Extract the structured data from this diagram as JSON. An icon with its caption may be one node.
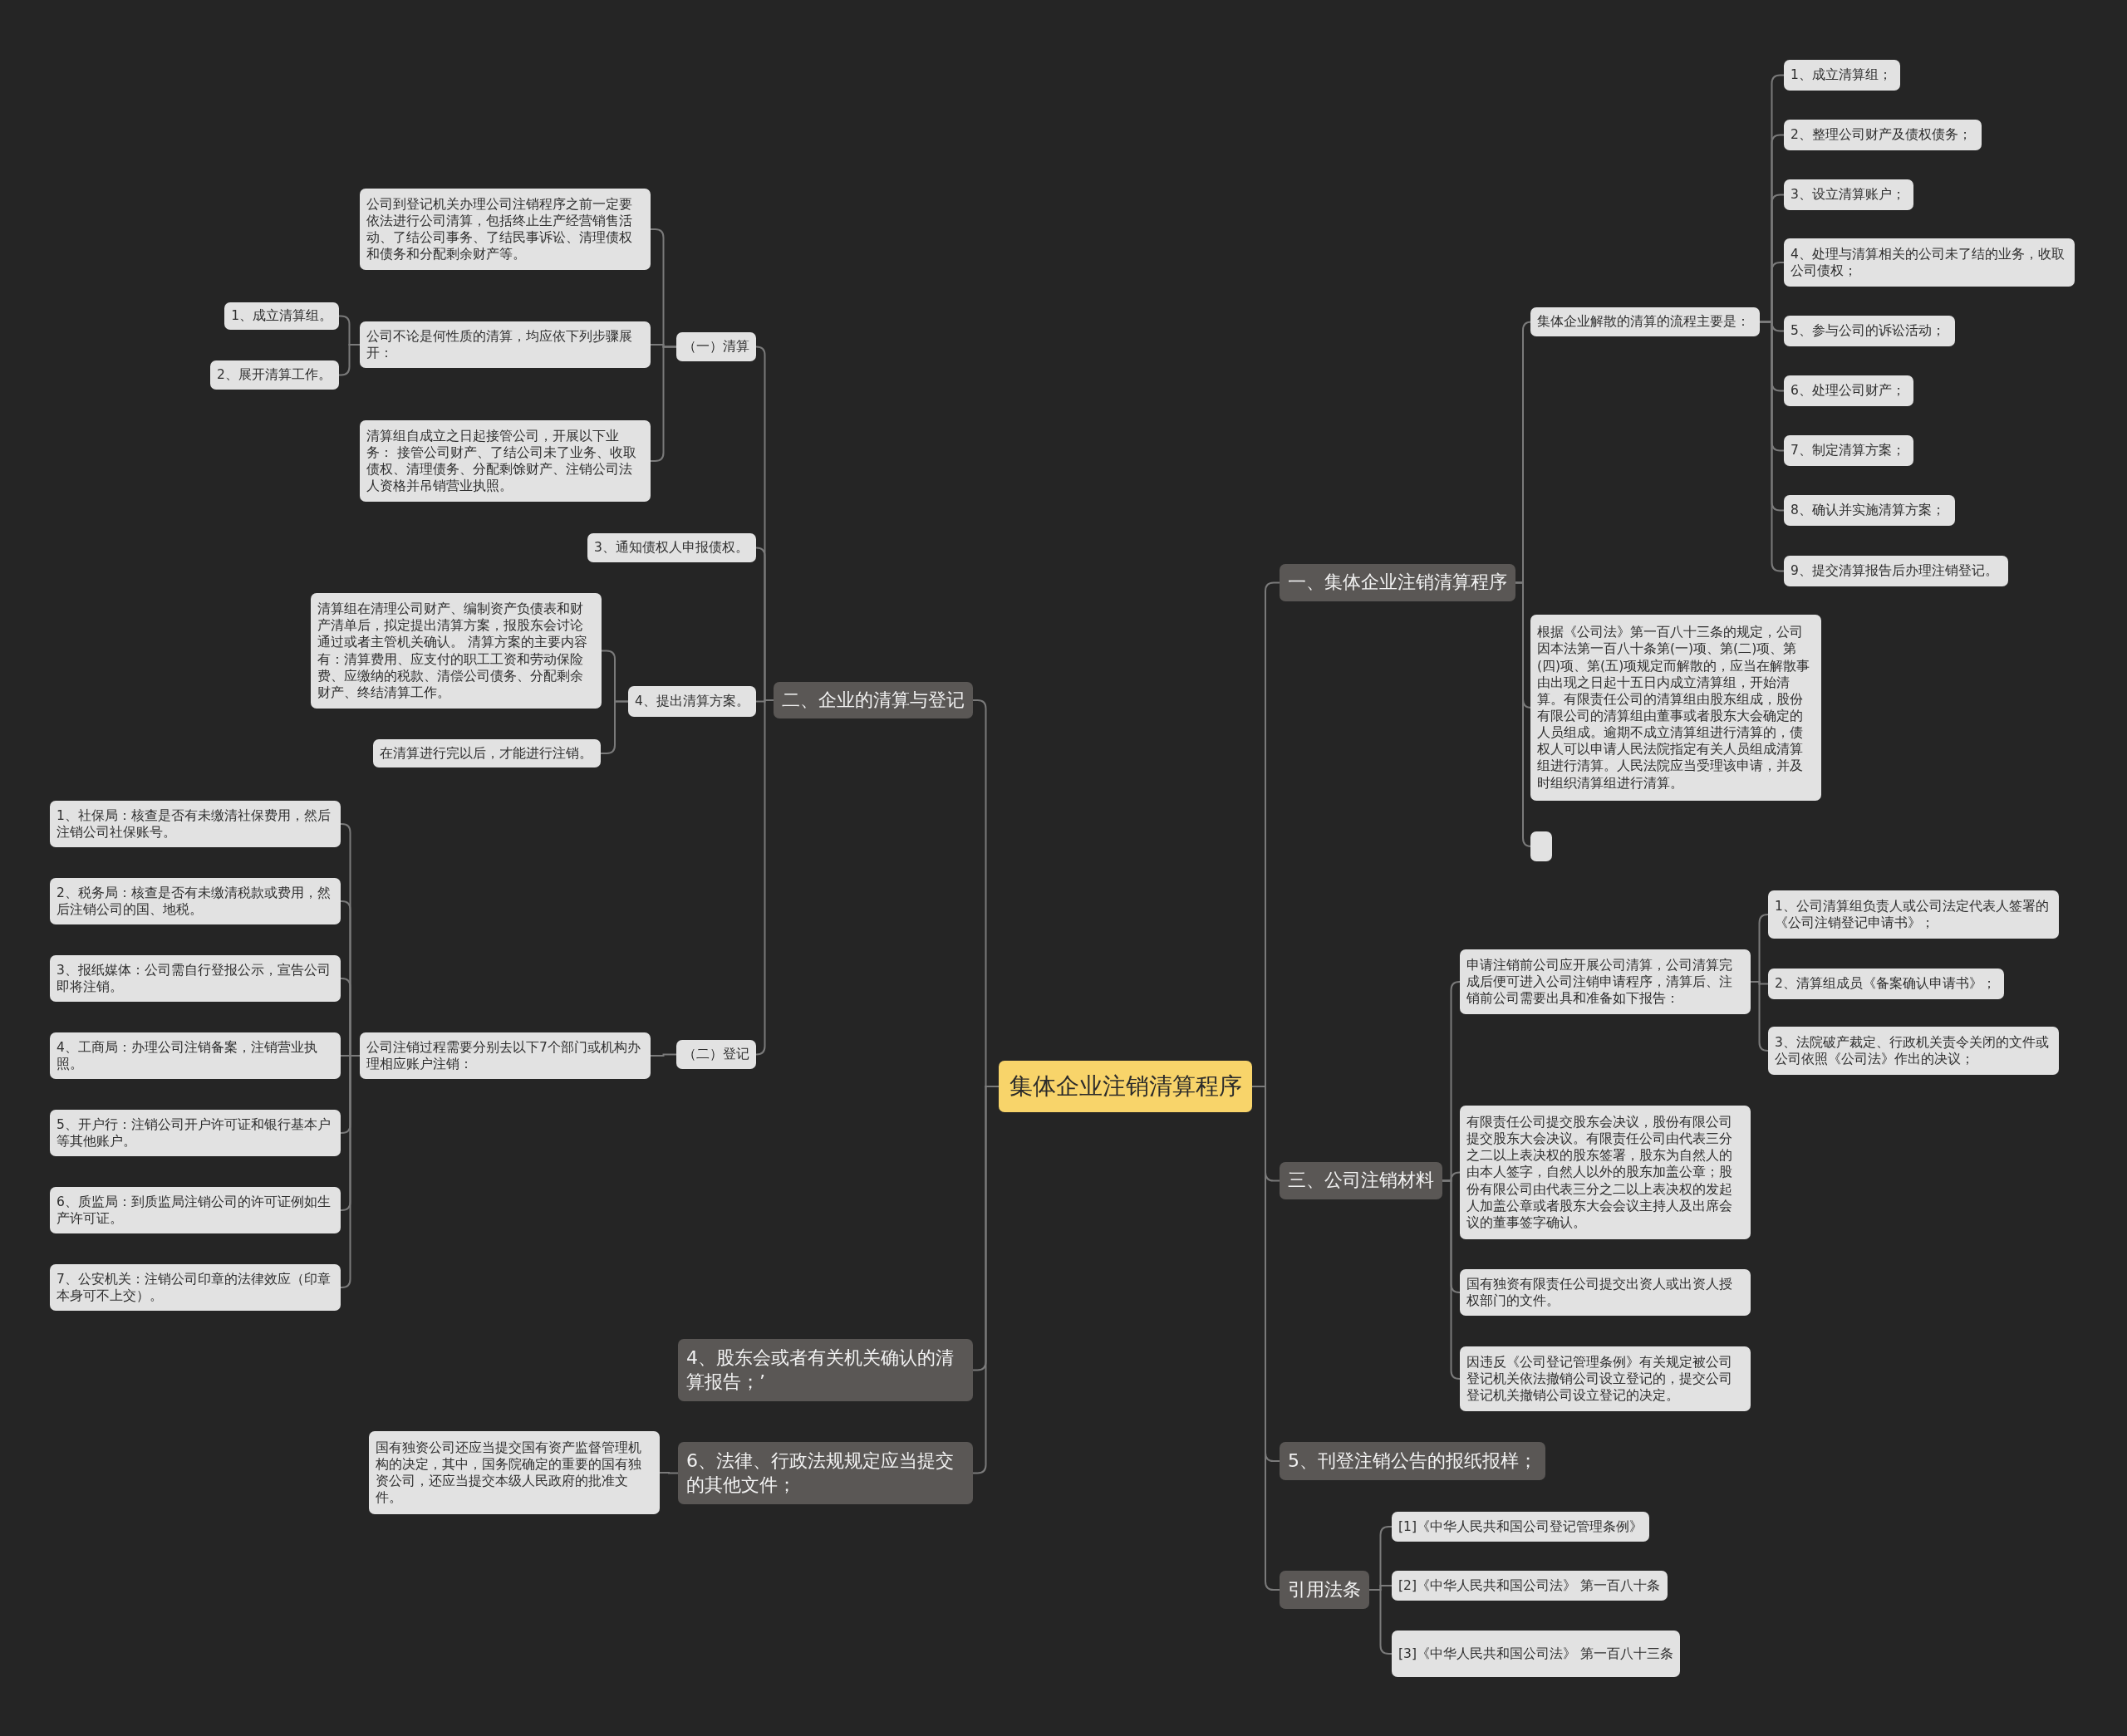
{
  "diagram": {
    "nodes": [
      {
        "text": [
          "集体企业注销清算程序"
        ]
      },
      {
        "text": [
          "二、企业的清算与登记"
        ]
      },
      {
        "text": [
          "（一）清算"
        ]
      },
      {
        "text": [
          "公司到登记机关办理公司注销程序之前一定要依法进行公司清算，包括终止生产经营销售活动、了结公司事务、了结民事诉讼、清理债权和债务和分配剩余财产等。"
        ]
      },
      {
        "text": [
          "公司不论是何性质的清算，均应依下列步骤展开："
        ]
      },
      {
        "text": [
          "1、成立清算组。"
        ]
      },
      {
        "text": [
          "2、展开清算工作。"
        ]
      },
      {
        "text": [
          "清算组自成立之日起接管公司，开展以下业务： 接管公司财产、了结公司未了业务、收取债权、清理债务、分配剩馀财产、注销公司法人资格并吊销营业执照。"
        ]
      },
      {
        "text": [
          "3、通知债权人申报债权。"
        ]
      },
      {
        "text": [
          "4、提出清算方案。"
        ]
      },
      {
        "text": [
          "清算组在清理公司财产、编制资产负债表和财产清单后，拟定提出清算方案，报股东会讨论通过或者主管机关确认。 清算方案的主要内容有：清算费用、应支付的职工工资和劳动保险费、应缴纳的税款、清偿公司债务、分配剩余财产、终结清算工作。"
        ]
      },
      {
        "text": [
          "在清算进行完以后，才能进行注销。"
        ]
      },
      {
        "text": [
          "（二）登记"
        ]
      },
      {
        "text": [
          "公司注销过程需要分别去以下7个部门或机构办理相应账户注销："
        ]
      },
      {
        "text": [
          "1、社保局：核查是否有未缴清社保费用，然后注销公司社保账号。"
        ]
      },
      {
        "text": [
          "2、税务局：核查是否有未缴清税款或费用，然后注销公司的国、地税。"
        ]
      },
      {
        "text": [
          "3、报纸媒体：公司需自行登报公示，宣告公司即将注销。"
        ]
      },
      {
        "text": [
          "4、工商局：办理公司注销备案，注销营业执照。"
        ]
      },
      {
        "text": [
          "5、开户行：注销公司开户许可证和银行基本户等其他账户。"
        ]
      },
      {
        "text": [
          "6、质监局：到质监局注销公司的许可证例如生产许可证。"
        ]
      },
      {
        "text": [
          "7、公安机关：注销公司印章的法律效应（印章本身可不上交）。"
        ]
      },
      {
        "text": [
          "4、股东会或者有关机关确认的清算报告；’"
        ]
      },
      {
        "text": [
          "6、法律、行政法规规定应当提交的其他文件；"
        ]
      },
      {
        "text": [
          "国有独资公司还应当提交国有资产监督管理机构的决定，其中，国务院确定的重要的国有独资公司，还应当提交本级人民政府的批准文件。"
        ]
      },
      {
        "text": [
          "一、集体企业注销清算程序"
        ]
      },
      {
        "text": [
          "集体企业解散的清算的流程主要是："
        ]
      },
      {
        "text": [
          "1、成立清算组；"
        ]
      },
      {
        "text": [
          "2、整理公司财产及债权债务；"
        ]
      },
      {
        "text": [
          "3、设立清算账户；"
        ]
      },
      {
        "text": [
          "4、处理与清算相关的公司未了结的业务，收取公司债权；"
        ]
      },
      {
        "text": [
          "5、参与公司的诉讼活动；"
        ]
      },
      {
        "text": [
          "6、处理公司财产；"
        ]
      },
      {
        "text": [
          "7、制定清算方案；"
        ]
      },
      {
        "text": [
          "8、确认并实施清算方案；"
        ]
      },
      {
        "text": [
          "9、提交清算报告后办理注销登记。"
        ]
      },
      {
        "text": [
          "根据《公司法》第一百八十三条的规定，公司因本法第一百八十条第(一)项、第(二)项、第(四)项、第(五)项规定而解散的，应当在解散事由出现之日起十五日内成立清算组，开始清算。有限责任公司的清算组由股东组成，股份有限公司的清算组由董事或者股东大会确定的人员组成。逾期不成立清算组进行清算的，债权人可以申请人民法院指定有关人员组成清算组进行清算。人民法院应当受理该申请，并及时组织清算组进行清算。"
        ]
      },
      {
        "text": [],
        "shape": "box"
      },
      {
        "text": [
          "三、公司注销材料"
        ]
      },
      {
        "text": [
          "申请注销前公司应开展公司清算，公司清算完成后便可进入公司注销申请程序，清算后、注销前公司需要出具和准备如下报告："
        ]
      },
      {
        "text": [
          "1、公司清算组负责人或公司法定代表人签署的《公司注销登记申请书》；"
        ]
      },
      {
        "text": [
          "2、清算组成员《备案确认申请书》；"
        ]
      },
      {
        "text": [
          "3、法院破产裁定、行政机关责令关闭的文件或公司依照《公司法》作出的决议；"
        ]
      },
      {
        "text": [
          "有限责任公司提交股东会决议，股份有限公司提交股东大会决议。有限责任公司由代表三分之二以上表决权的股东签署，股东为自然人的由本人签字，自然人以外的股东加盖公章；股份有限公司由代表三分之二以上表决权的发起人加盖公章或者股东大会会议主持人及出席会议的董事签字确认。"
        ]
      },
      {
        "text": [
          "国有独资有限责任公司提交出资人或出资人授权部门的文件。"
        ]
      },
      {
        "text": [
          "因违反《公司登记管理条例》有关规定被公司登记机关依法撤销公司设立登记的，提交公司登记机关撤销公司设立登记的决定。"
        ]
      },
      {
        "text": [
          "5、刊登注销公告的报纸报样；"
        ]
      },
      {
        "text": [
          "引用法条"
        ]
      },
      {
        "text": [
          "[1]《中华人民共和国公司登记管理条例》"
        ]
      },
      {
        "text": [
          "[2]《中华人民共和国公司法》 第一百八十条"
        ]
      },
      {
        "text": [
          "[3]《中华人民共和国公司法》 第一百八十三条"
        ]
      }
    ],
    "edges": [
      {
        "from": 0,
        "to": 1,
        "arrow": "none"
      },
      {
        "from": 1,
        "to": 2,
        "arrow": "none"
      },
      {
        "from": 2,
        "to": 3,
        "arrow": "none"
      },
      {
        "from": 2,
        "to": 4,
        "arrow": "none"
      },
      {
        "from": 4,
        "to": 5,
        "arrow": "none"
      },
      {
        "from": 4,
        "to": 6,
        "arrow": "none"
      },
      {
        "from": 2,
        "to": 7,
        "arrow": "none"
      },
      {
        "from": 1,
        "to": 8,
        "arrow": "none"
      },
      {
        "from": 1,
        "to": 9,
        "arrow": "none"
      },
      {
        "from": 9,
        "to": 10,
        "arrow": "none"
      },
      {
        "from": 9,
        "to": 11,
        "arrow": "none"
      },
      {
        "from": 1,
        "to": 12,
        "arrow": "none"
      },
      {
        "from": 12,
        "to": 13,
        "arrow": "none"
      },
      {
        "from": 13,
        "to": 14,
        "arrow": "none"
      },
      {
        "from": 13,
        "to": 15,
        "arrow": "none"
      },
      {
        "from": 13,
        "to": 16,
        "arrow": "none"
      },
      {
        "from": 13,
        "to": 17,
        "arrow": "none"
      },
      {
        "from": 13,
        "to": 18,
        "arrow": "none"
      },
      {
        "from": 13,
        "to": 19,
        "arrow": "none"
      },
      {
        "from": 13,
        "to": 20,
        "arrow": "none"
      },
      {
        "from": 0,
        "to": 21,
        "arrow": "none"
      },
      {
        "from": 0,
        "to": 22,
        "arrow": "none"
      },
      {
        "from": 22,
        "to": 23,
        "arrow": "none"
      },
      {
        "from": 0,
        "to": 24,
        "arrow": "none"
      },
      {
        "from": 24,
        "to": 25,
        "arrow": "none"
      },
      {
        "from": 25,
        "to": 26,
        "arrow": "none"
      },
      {
        "from": 25,
        "to": 27,
        "arrow": "none"
      },
      {
        "from": 25,
        "to": 28,
        "arrow": "none"
      },
      {
        "from": 25,
        "to": 29,
        "arrow": "none"
      },
      {
        "from": 25,
        "to": 30,
        "arrow": "none"
      },
      {
        "from": 25,
        "to": 31,
        "arrow": "none"
      },
      {
        "from": 25,
        "to": 32,
        "arrow": "none"
      },
      {
        "from": 25,
        "to": 33,
        "arrow": "none"
      },
      {
        "from": 25,
        "to": 34,
        "arrow": "none"
      },
      {
        "from": 24,
        "to": 35,
        "arrow": "none"
      },
      {
        "from": 24,
        "to": 36,
        "arrow": "none"
      },
      {
        "from": 0,
        "to": 37,
        "arrow": "none"
      },
      {
        "from": 37,
        "to": 38,
        "arrow": "none"
      },
      {
        "from": 38,
        "to": 39,
        "arrow": "none"
      },
      {
        "from": 38,
        "to": 40,
        "arrow": "none"
      },
      {
        "from": 38,
        "to": 41,
        "arrow": "none"
      },
      {
        "from": 37,
        "to": 42,
        "arrow": "none"
      },
      {
        "from": 37,
        "to": 43,
        "arrow": "none"
      },
      {
        "from": 37,
        "to": 44,
        "arrow": "none"
      },
      {
        "from": 0,
        "to": 45,
        "arrow": "none"
      },
      {
        "from": 0,
        "to": 46,
        "arrow": "none"
      },
      {
        "from": 46,
        "to": 47,
        "arrow": "none"
      },
      {
        "from": 46,
        "to": 48,
        "arrow": "none"
      },
      {
        "from": 46,
        "to": 49,
        "arrow": "none"
      }
    ]
  }
}
